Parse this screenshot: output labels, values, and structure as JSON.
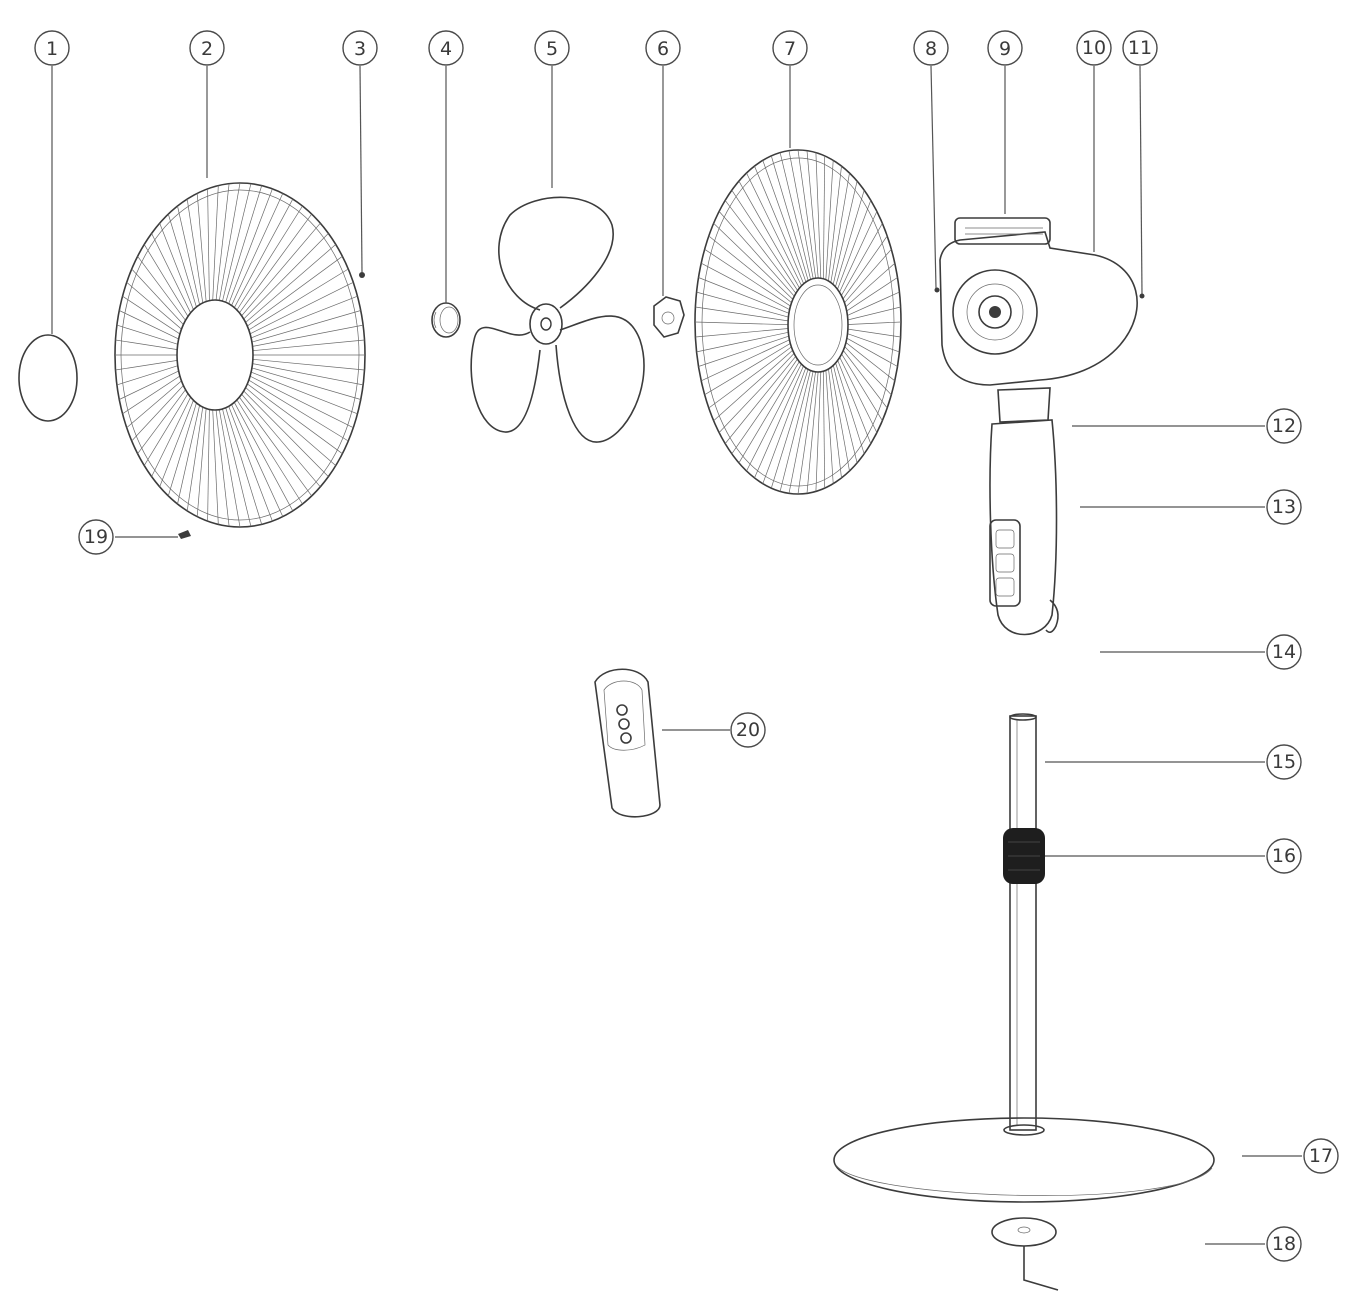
{
  "callouts": {
    "n1": "1",
    "n2": "2",
    "n3": "3",
    "n4": "4",
    "n5": "5",
    "n6": "6",
    "n7": "7",
    "n8": "8",
    "n9": "9",
    "n10": "10",
    "n11": "11",
    "n12": "12",
    "n13": "13",
    "n14": "14",
    "n15": "15",
    "n16": "16",
    "n17": "17",
    "n18": "18",
    "n19": "19",
    "n20": "20"
  },
  "colors": {
    "line": "#3c3c3c",
    "collar": "#1e1e1e",
    "background": "#ffffff"
  }
}
